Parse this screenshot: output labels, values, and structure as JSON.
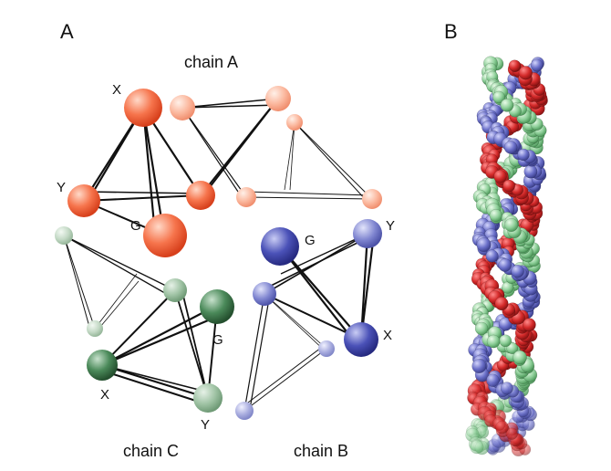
{
  "panels": {
    "a_label": "A",
    "b_label": "B"
  },
  "chains": {
    "a": {
      "label": "chain A",
      "color": "#f2603a",
      "light": "#ffd2bf"
    },
    "b": {
      "label": "chain B",
      "color": "#3f44a8",
      "light": "#d6d8f2"
    },
    "c": {
      "label": "chain C",
      "color": "#3f7a4c",
      "light": "#dbe8dc"
    }
  },
  "residue_labels": {
    "x": "X",
    "y": "Y",
    "g": "G"
  },
  "helix_colors": {
    "red": "#d42a2a",
    "blue": "#6a6fc9",
    "green": "#8fd09a"
  }
}
